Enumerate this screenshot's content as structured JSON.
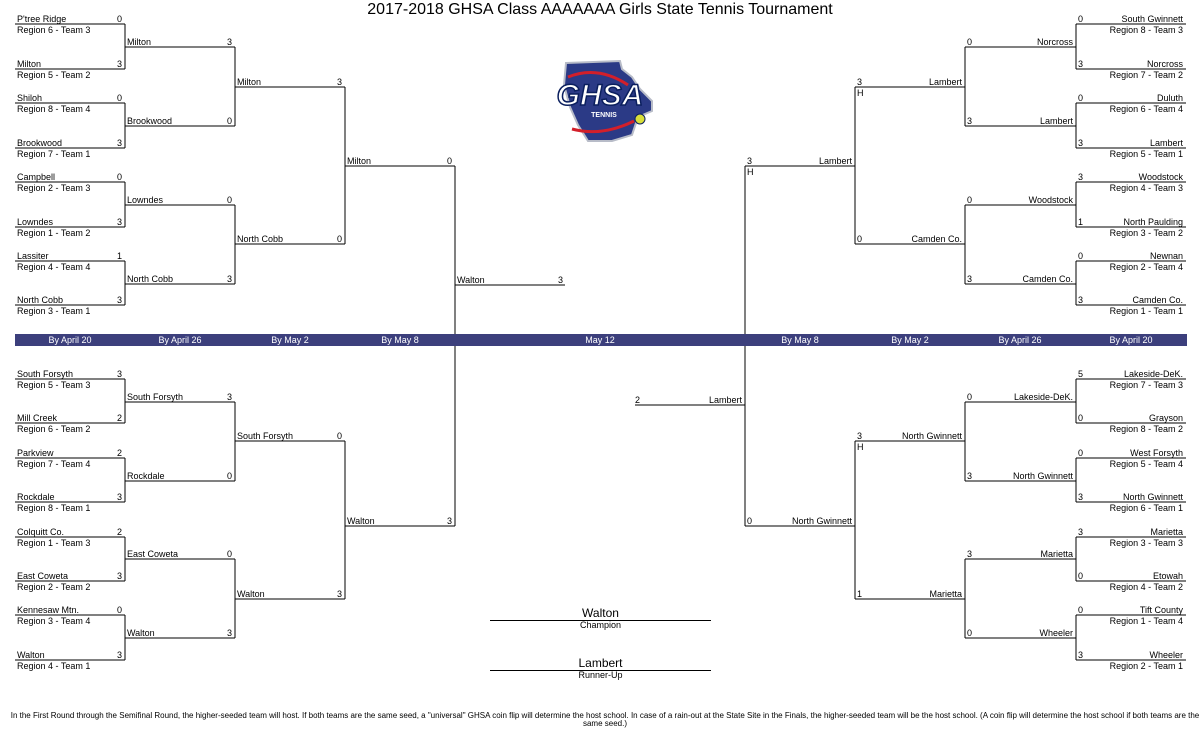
{
  "title": "2017-2018 GHSA Class AAAAAAA Girls State Tennis Tournament",
  "logo": {
    "text": "GHSA",
    "subtext": "TENNIS"
  },
  "rounds_band": {
    "color": "#3c3f7c",
    "left": [
      "By April 20",
      "By April 26",
      "By May 2",
      "By May 8"
    ],
    "center": "May 12",
    "right": [
      "By May 8",
      "By May 2",
      "By April 26",
      "By April 20"
    ]
  },
  "left_r1": [
    {
      "name": "P'tree Ridge",
      "score": "0",
      "region": "Region 6 - Team 3"
    },
    {
      "name": "Milton",
      "score": "3",
      "region": "Region 5 - Team 2"
    },
    {
      "name": "Shiloh",
      "score": "0",
      "region": "Region 8 - Team 4"
    },
    {
      "name": "Brookwood",
      "score": "3",
      "region": "Region 7 - Team 1"
    },
    {
      "name": "Campbell",
      "score": "0",
      "region": "Region 2 - Team 3"
    },
    {
      "name": "Lowndes",
      "score": "3",
      "region": "Region 1 - Team 2"
    },
    {
      "name": "Lassiter",
      "score": "1",
      "region": "Region 4 - Team 4"
    },
    {
      "name": "North Cobb",
      "score": "3",
      "region": "Region 3 - Team 1"
    },
    {
      "name": "South Forsyth",
      "score": "3",
      "region": "Region 5 - Team 3"
    },
    {
      "name": "Mill Creek",
      "score": "2",
      "region": "Region 6 - Team 2"
    },
    {
      "name": "Parkview",
      "score": "2",
      "region": "Region 7 - Team 4"
    },
    {
      "name": "Rockdale",
      "score": "3",
      "region": "Region 8 - Team 1"
    },
    {
      "name": "Colquitt Co.",
      "score": "2",
      "region": "Region 1 - Team 3"
    },
    {
      "name": "East Coweta",
      "score": "3",
      "region": "Region 2 - Team 2"
    },
    {
      "name": "Kennesaw Mtn.",
      "score": "0",
      "region": "Region 3 - Team 4"
    },
    {
      "name": "Walton",
      "score": "3",
      "region": "Region 4 - Team 1"
    }
  ],
  "left_r2": [
    {
      "name": "Milton",
      "score": "3"
    },
    {
      "name": "Brookwood",
      "score": "0"
    },
    {
      "name": "Lowndes",
      "score": "0"
    },
    {
      "name": "North Cobb",
      "score": "3"
    },
    {
      "name": "South Forsyth",
      "score": "3"
    },
    {
      "name": "Rockdale",
      "score": "0"
    },
    {
      "name": "East Coweta",
      "score": "0"
    },
    {
      "name": "Walton",
      "score": "3"
    }
  ],
  "left_r3": [
    {
      "name": "Milton",
      "score": "3"
    },
    {
      "name": "North Cobb",
      "score": "0"
    },
    {
      "name": "South Forsyth",
      "score": "0"
    },
    {
      "name": "Walton",
      "score": "3"
    }
  ],
  "left_r4": [
    {
      "name": "Milton",
      "score": "0"
    },
    {
      "name": "Walton",
      "score": "3"
    }
  ],
  "left_final": {
    "name": "Walton",
    "score": "3"
  },
  "right_r1": [
    {
      "name": "South Gwinnett",
      "score": "0",
      "region": "Region 8 - Team 3"
    },
    {
      "name": "Norcross",
      "score": "3",
      "region": "Region 7 - Team 2"
    },
    {
      "name": "Duluth",
      "score": "0",
      "region": "Region 6 - Team 4"
    },
    {
      "name": "Lambert",
      "score": "3",
      "region": "Region 5 - Team 1"
    },
    {
      "name": "Woodstock",
      "score": "3",
      "region": "Region 4 - Team 3"
    },
    {
      "name": "North Paulding",
      "score": "1",
      "region": "Region 3 - Team 2"
    },
    {
      "name": "Newnan",
      "score": "0",
      "region": "Region 2 - Team 4"
    },
    {
      "name": "Camden Co.",
      "score": "3",
      "region": "Region 1 - Team 1"
    },
    {
      "name": "Lakeside-DeK.",
      "score": "5",
      "region": "Region 7 - Team 3"
    },
    {
      "name": "Grayson",
      "score": "0",
      "region": "Region 8 - Team 2"
    },
    {
      "name": "West Forsyth",
      "score": "0",
      "region": "Region 5 - Team 4"
    },
    {
      "name": "North Gwinnett",
      "score": "3",
      "region": "Region 6 - Team 1"
    },
    {
      "name": "Marietta",
      "score": "3",
      "region": "Region 3 - Team 3"
    },
    {
      "name": "Etowah",
      "score": "0",
      "region": "Region 4 - Team 2"
    },
    {
      "name": "Tift County",
      "score": "0",
      "region": "Region 1 - Team 4"
    },
    {
      "name": "Wheeler",
      "score": "3",
      "region": "Region 2 - Team 1"
    }
  ],
  "right_r2": [
    {
      "name": "Norcross",
      "score": "0"
    },
    {
      "name": "Lambert",
      "score": "3"
    },
    {
      "name": "Woodstock",
      "score": "0"
    },
    {
      "name": "Camden Co.",
      "score": "3"
    },
    {
      "name": "Lakeside-DeK.",
      "score": "0"
    },
    {
      "name": "North Gwinnett",
      "score": "3"
    },
    {
      "name": "Marietta",
      "score": "3"
    },
    {
      "name": "Wheeler",
      "score": "0"
    }
  ],
  "right_r3": [
    {
      "name": "Lambert",
      "score": "3",
      "host": "H"
    },
    {
      "name": "Camden Co.",
      "score": "0",
      "host": ""
    },
    {
      "name": "North Gwinnett",
      "score": "3",
      "host": "H"
    },
    {
      "name": "Marietta",
      "score": "1",
      "host": ""
    }
  ],
  "right_r4": [
    {
      "name": "Lambert",
      "score": "3",
      "host": "H"
    },
    {
      "name": "North Gwinnett",
      "score": "0",
      "host": ""
    }
  ],
  "right_final": {
    "name": "Lambert",
    "score": "2"
  },
  "champion": {
    "name": "Walton",
    "label": "Champion"
  },
  "runner_up": {
    "name": "Lambert",
    "label": "Runner-Up"
  },
  "footer": "In the First Round through the Semifinal Round, the higher-seeded team will host.  If both teams are the same seed, a \"universal\" GHSA coin flip will determine the host school. In case of a rain-out at the State Site in the Finals, the higher-seeded team will be the host school. (A coin flip will determine the host school if both teams are the same seed.)"
}
